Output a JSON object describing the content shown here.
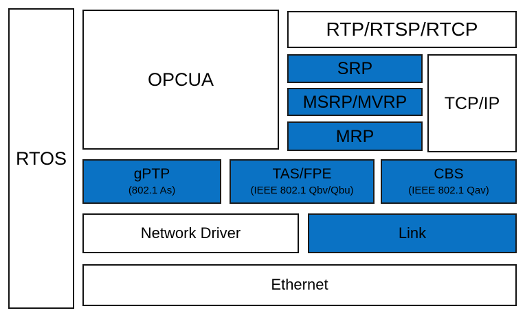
{
  "diagram": {
    "type": "layered-stack-block-diagram",
    "background_color": "#ffffff",
    "accent_color": "#0a72c4",
    "border_color": "#111111",
    "text_color": "#000000"
  },
  "blocks": {
    "rtos": {
      "label": "RTOS",
      "sub": "",
      "filled": false
    },
    "opcua": {
      "label": "OPCUA",
      "sub": "",
      "filled": false
    },
    "rtp": {
      "label": "RTP/RTSP/RTCP",
      "sub": "",
      "filled": false
    },
    "srp": {
      "label": "SRP",
      "sub": "",
      "filled": true
    },
    "msrp": {
      "label": "MSRP/MVRP",
      "sub": "",
      "filled": true
    },
    "mrp": {
      "label": "MRP",
      "sub": "",
      "filled": true
    },
    "tcpip": {
      "label": "TCP/IP",
      "sub": "",
      "filled": false
    },
    "gptp": {
      "label": "gPTP",
      "sub": "(802.1 As)",
      "filled": true
    },
    "tas": {
      "label": "TAS/FPE",
      "sub": "(IEEE 802.1 Qbv/Qbu)",
      "filled": true
    },
    "cbs": {
      "label": "CBS",
      "sub": "(IEEE 802.1 Qav)",
      "filled": true
    },
    "netdrv": {
      "label": "Network Driver",
      "sub": "",
      "filled": false
    },
    "link": {
      "label": "Link",
      "sub": "",
      "filled": true
    },
    "ethernet": {
      "label": "Ethernet",
      "sub": "",
      "filled": false
    }
  }
}
